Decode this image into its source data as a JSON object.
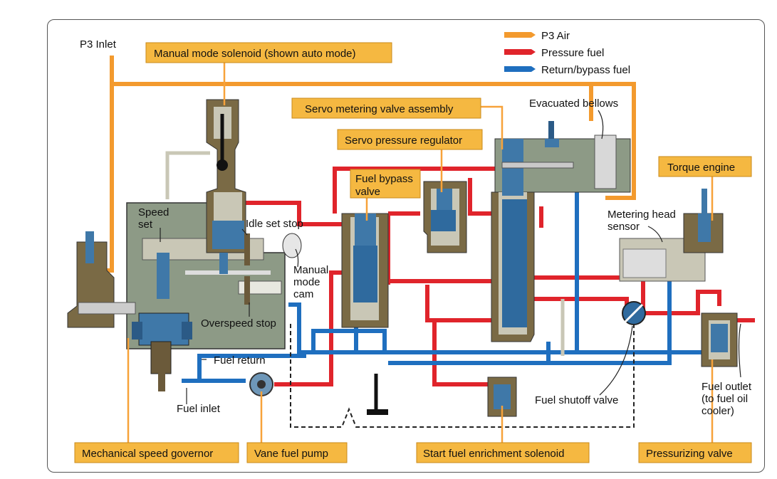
{
  "legend": {
    "p3_air": "P3 Air",
    "pressure_fuel": "Pressure fuel",
    "return_fuel": "Return/bypass fuel"
  },
  "colors": {
    "air": "#f39a2e",
    "pressure": "#e0242b",
    "return": "#1f6fbf",
    "body": "#8d9a86",
    "bodyLight": "#c9c7b6",
    "callout": "#f5b841",
    "component": "#6b5a3a",
    "spring": "#3f78a8",
    "line": "#f7a23a"
  },
  "callouts": {
    "manual_mode_solenoid": "Manual mode solenoid (shown auto mode)",
    "servo_metering_valve": "Servo metering valve assembly",
    "servo_pressure_regulator": "Servo pressure regulator",
    "fuel_bypass_valve_1": "Fuel bypass",
    "fuel_bypass_valve_2": "valve",
    "torque_engine": "Torque engine",
    "mechanical_speed_governor": "Mechanical speed governor",
    "vane_fuel_pump": "Vane fuel pump",
    "start_fuel_enrichment": "Start fuel enrichment solenoid",
    "pressurizing_valve": "Pressurizing valve"
  },
  "labels": {
    "p3_inlet": "P3 Inlet",
    "evacuated_bellows": "Evacuated bellows",
    "speed_set_1": "Speed",
    "speed_set_2": "set",
    "idle_set_stop": "Idle set stop",
    "manual_mode_cam_1": "Manual",
    "manual_mode_cam_2": "mode",
    "manual_mode_cam_3": "cam",
    "overspeed_stop": "Overspeed stop",
    "fuel_return": "Fuel return",
    "fuel_inlet": "Fuel inlet",
    "metering_head_1": "Metering head",
    "metering_head_2": "sensor",
    "fuel_shutoff_valve": "Fuel shutoff valve",
    "fuel_outlet_1": "Fuel outlet",
    "fuel_outlet_2": "(to fuel oil",
    "fuel_outlet_3": "cooler)"
  }
}
